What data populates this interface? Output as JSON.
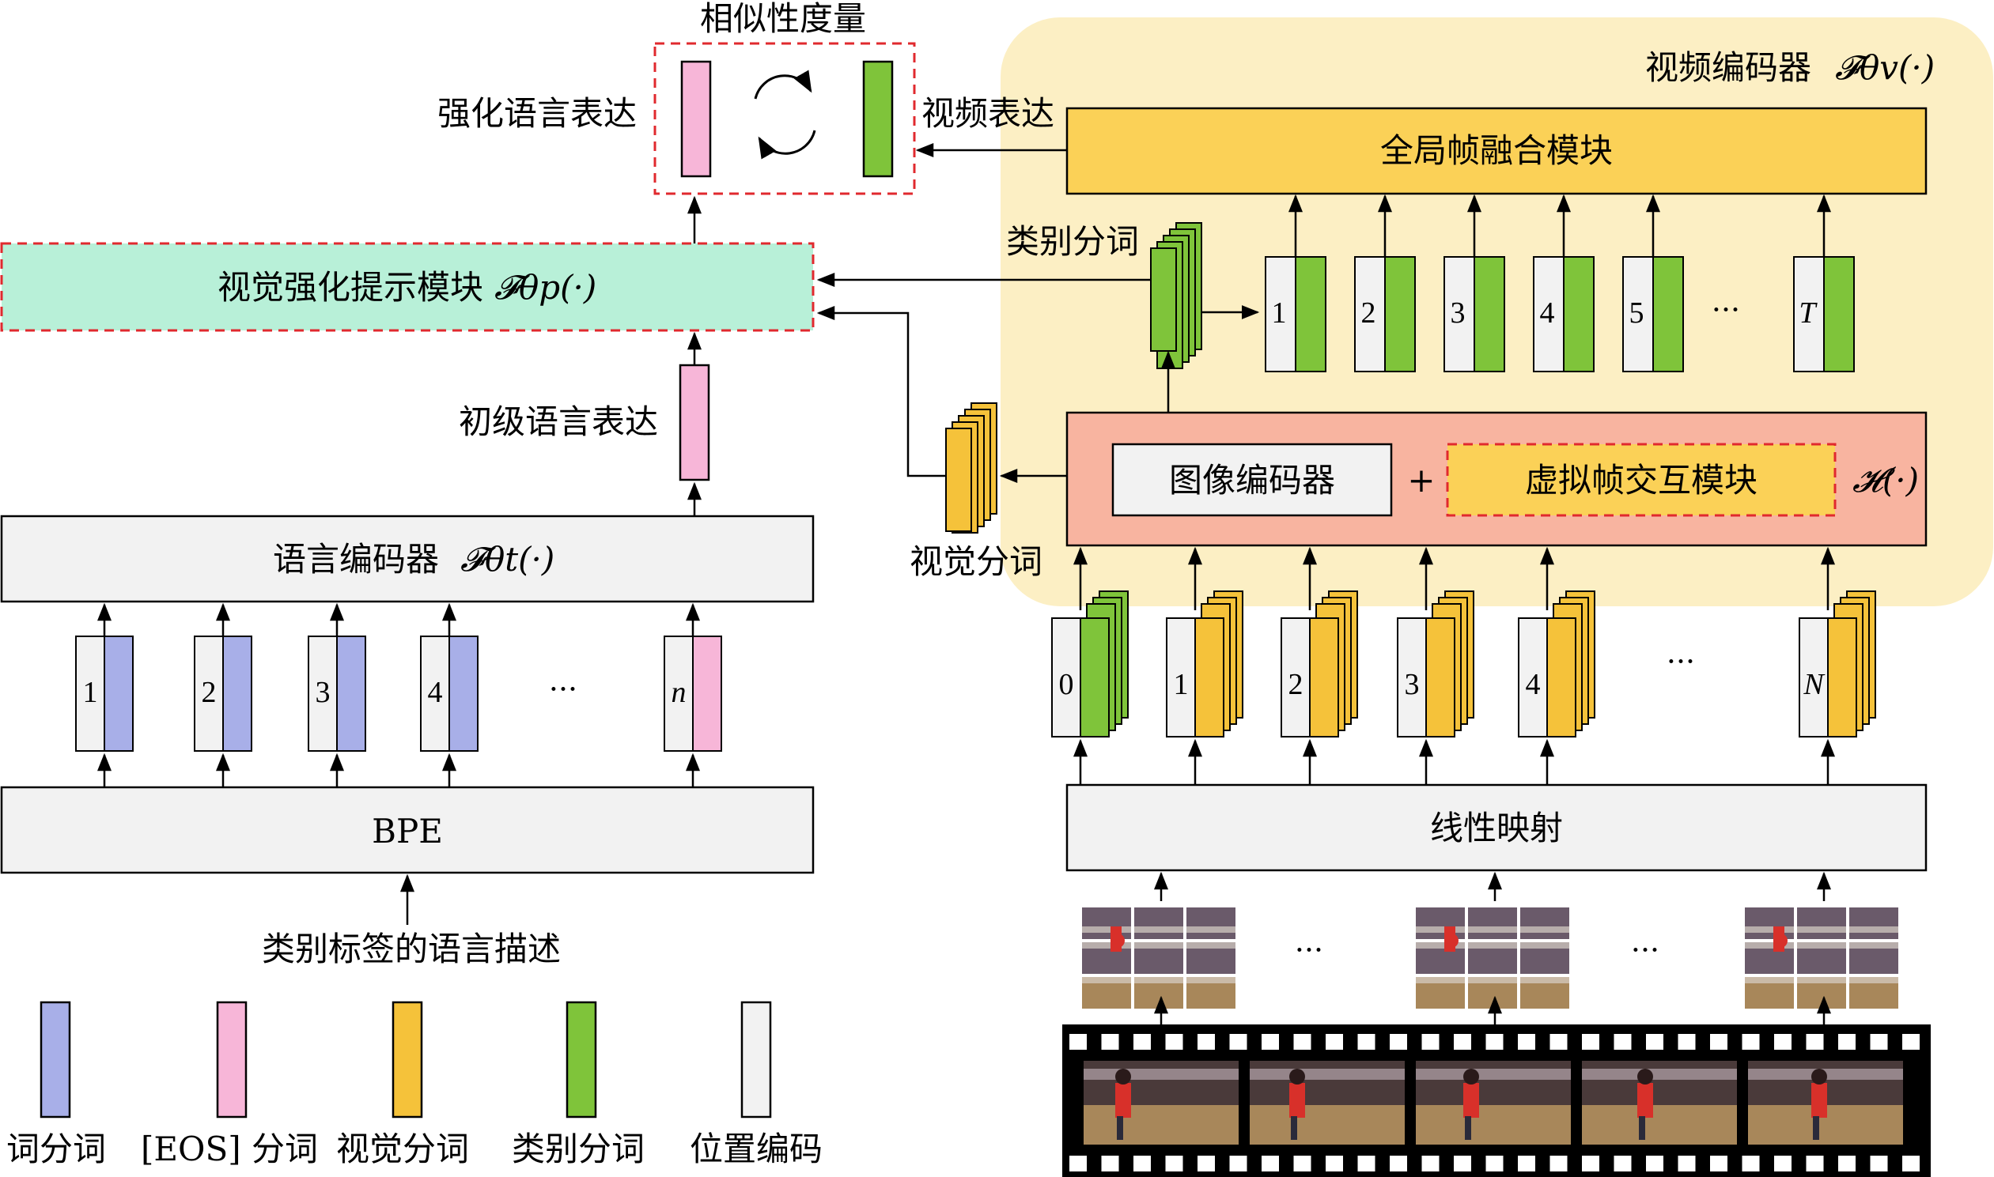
{
  "labels": {
    "similarity": "相似性度量",
    "enhanced_lang": "强化语言表达",
    "video_expr": "视频表达",
    "video_encoder": "视频编码器",
    "video_encoder_fn": "𝓕θv(·)",
    "global_fusion": "全局帧融合模块",
    "class_token_top": "类别分词",
    "prompt_module": "视觉强化提示模块",
    "prompt_fn": "𝓕θp(·)",
    "primary_lang": "初级语言表达",
    "text_encoder": "语言编码器",
    "text_encoder_fn": "𝓕θt(·)",
    "image_encoder": "图像编码器",
    "plus": "+",
    "virtual_frame": "虚拟帧交互模块",
    "h_fn": "𝓗(·)",
    "visual_token": "视觉分词",
    "bpe": "BPE",
    "class_desc": "类别标签的语言描述",
    "linear_map": "线性映射",
    "ellipsis": "···"
  },
  "text_tokens": [
    "1",
    "2",
    "3",
    "4",
    "n"
  ],
  "frame_tokens": [
    "1",
    "2",
    "3",
    "4",
    "5",
    "T"
  ],
  "patch_tokens": [
    "0",
    "1",
    "2",
    "3",
    "4",
    "N"
  ],
  "legend": [
    {
      "label": "词分词",
      "color": "#a8afe8"
    },
    {
      "label": "[EOS] 分词",
      "color": "#f7b6d8"
    },
    {
      "label": "视觉分词",
      "color": "#f5c23a"
    },
    {
      "label": "类别分词",
      "color": "#7fc43a"
    },
    {
      "label": "位置编码",
      "color": "#f2f2f2"
    }
  ],
  "colors": {
    "word": "#a8afe8",
    "eos": "#f7b6d8",
    "visual": "#f5c23a",
    "class": "#7fc43a",
    "pos": "#f2f2f2",
    "video_bg": "#fcefc4",
    "fusion": "#fbd157",
    "prompt": "#b8f0d8",
    "encoder": "#f8b4a0",
    "box": "#f2f2f2",
    "dashed": "#e0292e"
  }
}
